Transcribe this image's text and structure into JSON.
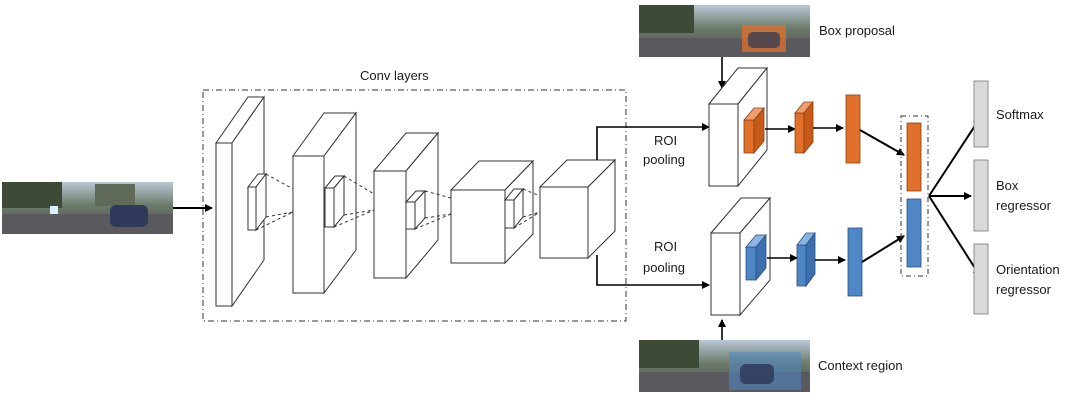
{
  "labels": {
    "conv_layers": "Conv layers",
    "box_proposal": "Box  proposal",
    "context_region": "Context region",
    "roi_top_1": "ROI",
    "roi_top_2": "pooling",
    "roi_bottom_1": "ROI",
    "roi_bottom_2": "pooling",
    "softmax": "Softmax",
    "box_regressor_1": "Box",
    "box_regressor_2": "regressor",
    "orientation_regressor_1": "Orientation",
    "orientation_regressor_2": "regressor"
  },
  "colors": {
    "box_branch": "#e0702a",
    "context_branch": "#4f86c6",
    "output_gray": "#d9d9d9"
  }
}
